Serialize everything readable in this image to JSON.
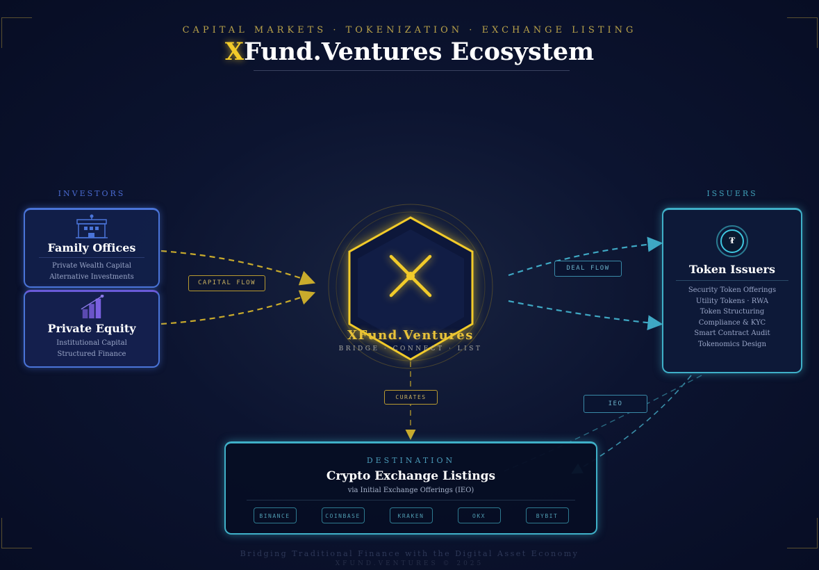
{
  "header": {
    "subtitle": "CAPITAL MARKETS · TOKENIZATION · EXCHANGE LISTING",
    "title_accent": "X",
    "title_rest": "Fund.Ventures Ecosystem"
  },
  "investors": {
    "label": "INVESTORS",
    "cards": [
      {
        "title": "Family Offices",
        "icon": "building-icon",
        "lines": [
          "Private Wealth Capital",
          "Alternative Investments"
        ]
      },
      {
        "title": "Private Equity",
        "icon": "bar-chart-icon",
        "lines": [
          "Institutional Capital",
          "Structured Finance"
        ]
      }
    ]
  },
  "issuers": {
    "label": "ISSUERS",
    "card": {
      "title": "Token Issuers",
      "icon": "token-icon",
      "icon_glyph": "₮",
      "lines": [
        "Security Token Offerings",
        "Utility Tokens · RWA",
        "Token Structuring",
        "Compliance & KYC",
        "Smart Contract Audit",
        "Tokenomics Design"
      ]
    }
  },
  "hub": {
    "name": "XFund.Ventures",
    "tagline": "BRIDGE · CONNECT · LIST",
    "icon": "x-logo-icon"
  },
  "flows": {
    "capital": "CAPITAL FLOW",
    "deal": "DEAL FLOW",
    "curates": "CURATES",
    "ieo": "IEO"
  },
  "destination": {
    "label": "DESTINATION",
    "title": "Crypto Exchange Listings",
    "subtitle": "via Initial Exchange Offerings (IEO)",
    "exchanges": [
      "BINANCE",
      "COINBASE",
      "KRAKEN",
      "OKX",
      "BYBIT"
    ]
  },
  "footer": {
    "tagline": "Bridging Traditional Finance with the Digital Asset Economy",
    "copyright": "XFUND.VENTURES © 2025"
  },
  "colors": {
    "gold": "#f2cb2a",
    "investor_blue": "#4a74d8",
    "issuer_cyan": "#3fb0c8",
    "background": "#0a1230"
  }
}
